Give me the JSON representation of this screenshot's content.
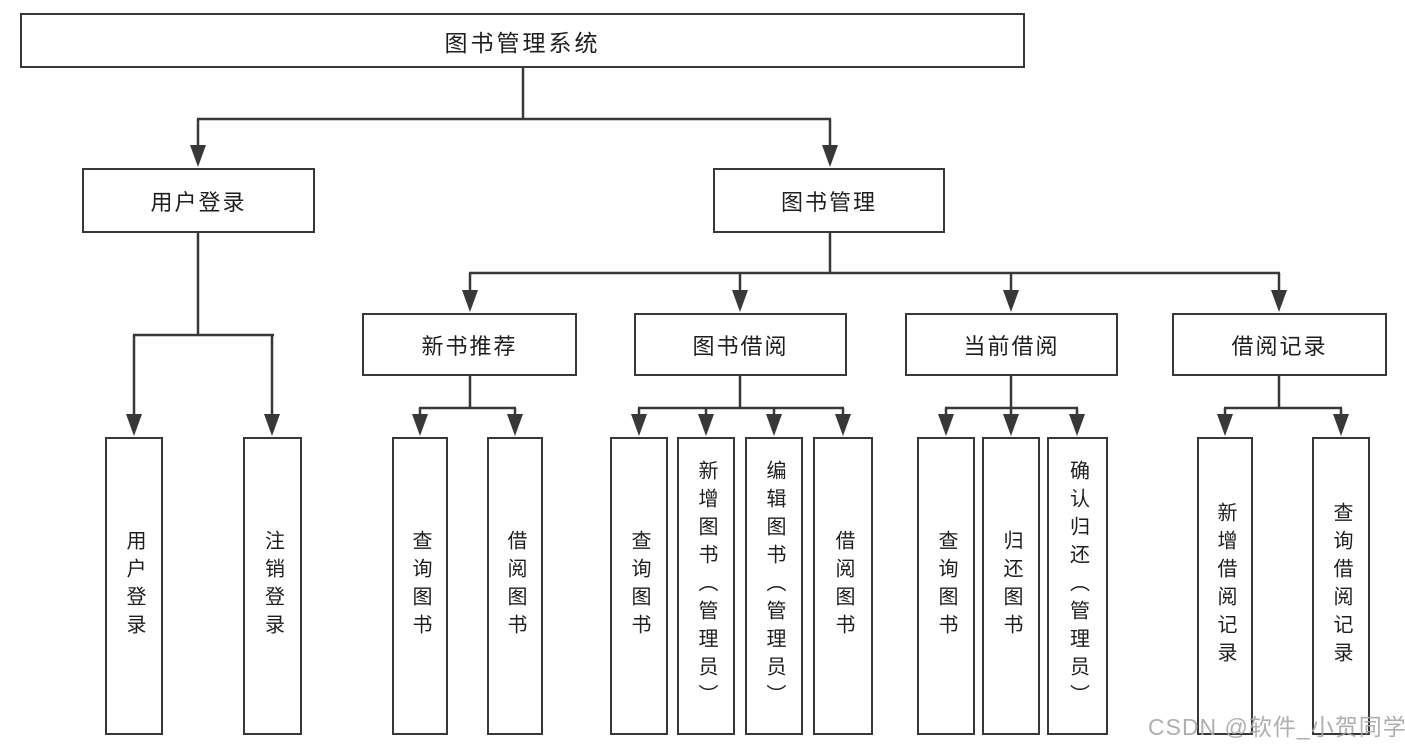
{
  "diagram": {
    "root": "图书管理系统",
    "branches": [
      {
        "label": "用户登录",
        "children": [
          "用户登录",
          "注销登录"
        ]
      },
      {
        "label": "图书管理",
        "children": [
          {
            "label": "新书推荐",
            "children": [
              "查询图书",
              "借阅图书"
            ]
          },
          {
            "label": "图书借阅",
            "children": [
              "查询图书",
              "新增图书（管理员）",
              "编辑图书（管理员）",
              "借阅图书"
            ]
          },
          {
            "label": "当前借阅",
            "children": [
              "查询图书",
              "归还图书",
              "确认归还（管理员）"
            ]
          },
          {
            "label": "借阅记录",
            "children": [
              "新增借阅记录",
              "查询借阅记录"
            ]
          }
        ]
      }
    ]
  },
  "watermark": "CSDN @软件_小贺同学",
  "colors": {
    "line": "#383838",
    "box_border": "#383838",
    "box_fill": "#ffffff",
    "text": "#1e1e1e",
    "watermark": "#a8a8a8",
    "background": "#ffffff"
  }
}
